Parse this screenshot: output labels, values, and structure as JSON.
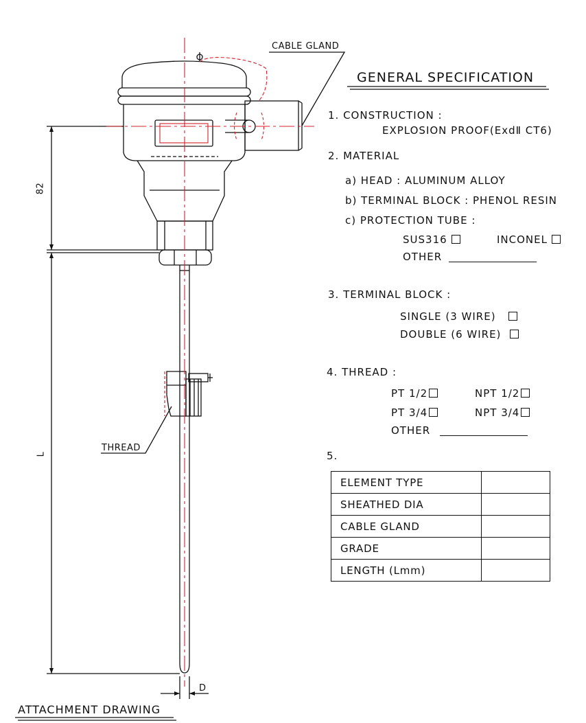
{
  "drawing": {
    "cable_gland_label": "CABLE GLAND",
    "thread_label": "THREAD",
    "dim_82": "82",
    "dim_L": "L",
    "dim_D": "D",
    "attachment_title": "ATTACHMENT DRAWING"
  },
  "spec": {
    "title": "GENERAL SPECIFICATION",
    "construction": {
      "heading": "1. CONSTRUCTION :",
      "value": "EXPLOSION PROOF(ExdⅡ  CT6)"
    },
    "material": {
      "heading": "2. MATERIAL",
      "head": "a) HEAD : ALUMINUM ALLOY",
      "terminal_block": "b) TERMINAL BLOCK : PHENOL RESIN",
      "protection_tube": "c) PROTECTION TUBE :",
      "sus316": "SUS316",
      "inconel": "INCONEL",
      "other": "OTHER"
    },
    "terminal_block": {
      "heading": "3. TERMINAL BLOCK :",
      "single": "SINGLE (3 WIRE)",
      "double": "DOUBLE (6 WIRE)"
    },
    "thread": {
      "heading": "4. THREAD :",
      "pt_half": "PT 1/2",
      "npt_half": "NPT 1/2",
      "pt_3q": "PT 3/4",
      "npt_3q": "NPT 3/4",
      "other": "OTHER"
    },
    "item5": "5.",
    "table": {
      "rows": [
        "ELEMENT TYPE",
        "SHEATHED DIA",
        "CABLE GLAND",
        "GRADE",
        "LENGTH (Lmm)"
      ]
    }
  },
  "colors": {
    "line": "#111111",
    "centerline": "#d0202a"
  }
}
